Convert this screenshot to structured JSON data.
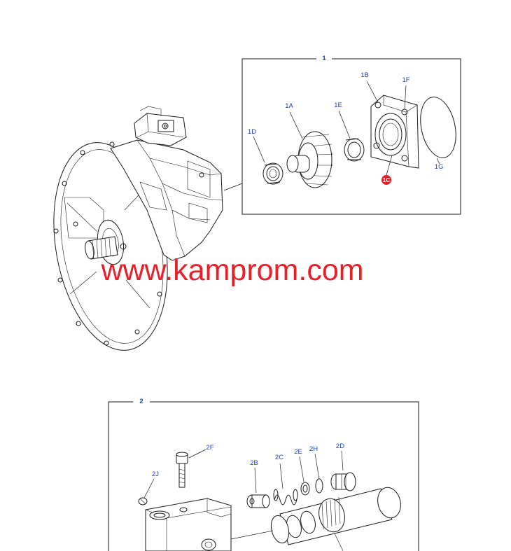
{
  "watermark": "www.kamprom.com",
  "group1": {
    "title": "1",
    "labels": {
      "a": "1A",
      "b": "1B",
      "c": "1C",
      "d": "1D",
      "e": "1E",
      "f": "1F",
      "g": "1G"
    }
  },
  "group2": {
    "title": "2",
    "labels": {
      "b": "2B",
      "c": "2C",
      "d": "2D",
      "e": "2E",
      "f": "2F",
      "h": "2H",
      "j": "2J"
    }
  },
  "colors": {
    "label": "#1f3fbf",
    "highlight": "#e8202a",
    "line": "#1a1a1a"
  }
}
